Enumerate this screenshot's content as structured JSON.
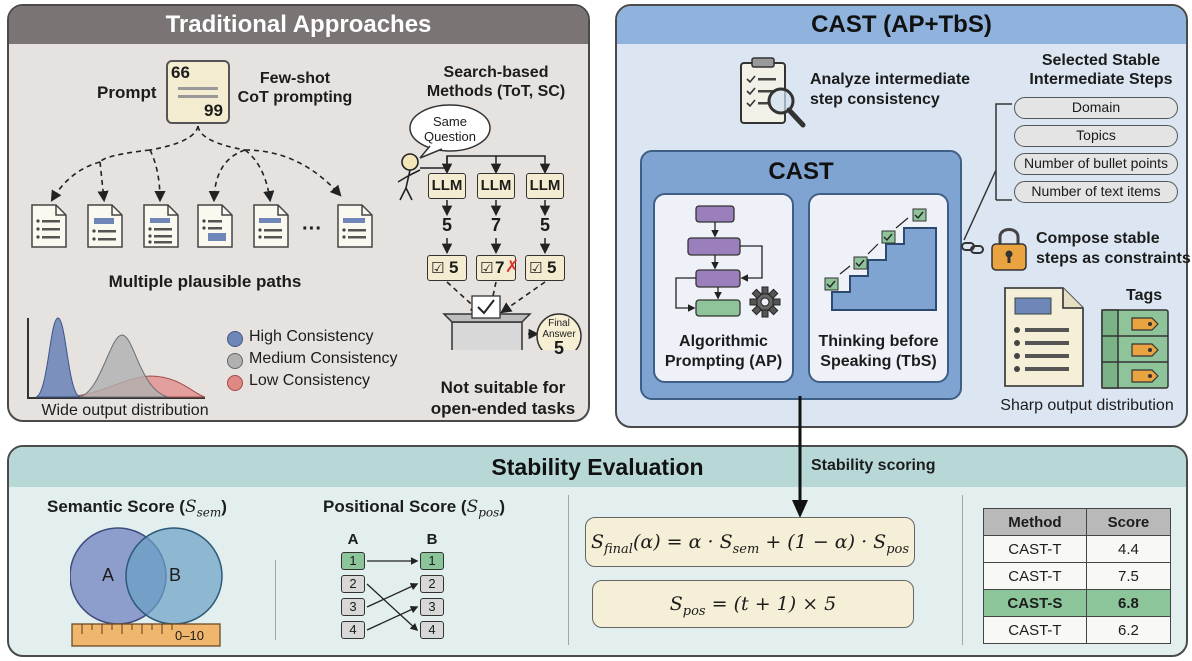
{
  "traditional": {
    "title": "Traditional Approaches",
    "prompt_label": "Prompt",
    "card_top_num": "66",
    "card_bottom_num": "99",
    "fewshot_label": "Few-shot\nCoT prompting",
    "ellipsis": "···",
    "paths_caption": "Multiple plausible paths",
    "search_title": "Search-based\nMethods (ToT, SC)",
    "bubble_text": "Same\nQuestion",
    "llm_label": "LLM",
    "answers": [
      "5",
      "7",
      "5"
    ],
    "checks": [
      "5",
      "7",
      "5"
    ],
    "final_answer_label": "Final\nAnswer",
    "final_answer_value": "5",
    "not_suitable": "Not suitable for\nopen-ended tasks",
    "legend": [
      "High Consistency",
      "Medium Consistency",
      "Low Consistency"
    ],
    "dist_caption": "Wide output distribution",
    "colors": {
      "high": "#6f87b8",
      "medium": "#b0b0b0",
      "low": "#e08884"
    }
  },
  "cast": {
    "title": "CAST (AP+TbS)",
    "analyze_label": "Analyze intermediate\nstep consistency",
    "selected_title": "Selected Stable\nIntermediate Steps",
    "steps": [
      "Domain",
      "Topics",
      "Number of bullet points",
      "Number of text items"
    ],
    "inner_title": "CAST",
    "ap_label": "Algorithmic\nPrompting (AP)",
    "tbs_label": "Thinking before\nSpeaking (TbS)",
    "compose_label": "Compose stable\nsteps as constraints",
    "tags_label": "Tags",
    "sharp_caption": "Sharp output distribution",
    "colors": {
      "panel": "#dbe6f2",
      "header": "#8fb3dc",
      "inner": "#7fa4d1"
    }
  },
  "stability": {
    "title": "Stability Evaluation",
    "scoring_label": "Stability scoring",
    "semantic_title": "Semantic Score (",
    "semantic_sym": "S",
    "semantic_sub": "sem",
    "venn_a": "A",
    "venn_b": "B",
    "ruler_label": "0–10",
    "positional_title": "Positional Score (",
    "positional_sym": "S",
    "positional_sub": "pos",
    "col_a": "A",
    "col_b": "B",
    "list_a": [
      "1",
      "2",
      "3",
      "4"
    ],
    "list_b": [
      "1",
      "2",
      "3",
      "4"
    ],
    "formula_final": "S_final(α) = α · S_sem + (1 − α) · S_pos",
    "formula_pos": "S_pos = (t + 1) × 5",
    "table": {
      "headers": [
        "Method",
        "Score"
      ],
      "rows": [
        {
          "method": "CAST-T",
          "score": "4.4"
        },
        {
          "method": "CAST-T",
          "score": "7.5"
        },
        {
          "method": "CAST-S",
          "score": "6.8"
        },
        {
          "method": "CAST-T",
          "score": "6.2"
        }
      ]
    },
    "colors": {
      "panel": "#e3eeee",
      "header": "#b8d8d8",
      "highlight": "#8cc59a"
    }
  }
}
